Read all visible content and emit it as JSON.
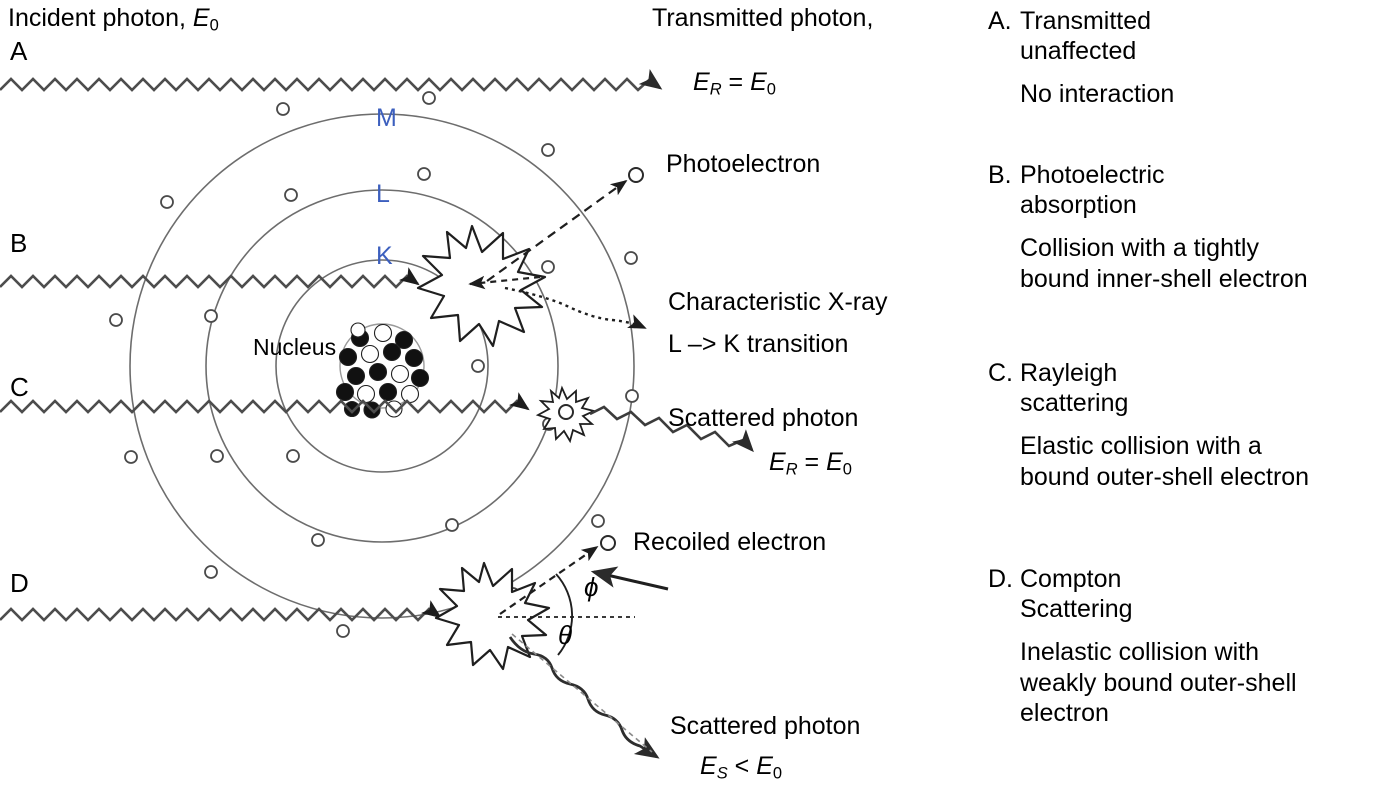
{
  "diagram": {
    "incident_label": "Incident photon, ",
    "incident_symbol": "E",
    "incident_sub": "0",
    "transmitted_label": "Transmitted photon,",
    "rows": [
      {
        "id": "A",
        "letter": "A"
      },
      {
        "id": "B",
        "letter": "B"
      },
      {
        "id": "C",
        "letter": "C"
      },
      {
        "id": "D",
        "letter": "D"
      }
    ],
    "shells": [
      {
        "name": "M",
        "label": "M"
      },
      {
        "name": "L",
        "label": "L"
      },
      {
        "name": "K",
        "label": "K"
      }
    ],
    "nucleus_label": "Nucleus",
    "annotations": {
      "photoelectron": "Photoelectron",
      "characteristic_xray": "Characteristic X-ray",
      "characteristic_transition": "L –> K transition",
      "scattered_photon_c": "Scattered photon",
      "recoiled_electron": "Recoiled electron",
      "scattered_photon_d": "Scattered photon",
      "angle_phi": "ϕ",
      "angle_theta": "θ"
    },
    "equations": {
      "transmitted": {
        "lhs": "E",
        "lhs_sub": "R",
        "op": " = ",
        "rhs": "E",
        "rhs_sub": "0"
      },
      "rayleigh": {
        "lhs": "E",
        "lhs_sub": "R",
        "op": " = ",
        "rhs": "E",
        "rhs_sub": "0"
      },
      "compton": {
        "lhs": "E",
        "lhs_sub": "S",
        "op": " < ",
        "rhs": "E",
        "rhs_sub": "0"
      }
    },
    "colors": {
      "shell_label": "#3c5fbe",
      "line": "#3b3b3b",
      "text": "#000000"
    }
  },
  "legend": {
    "items": [
      {
        "letter": "A.",
        "title_line1": "Transmitted",
        "title_line2": "unaffected",
        "description": "No interaction"
      },
      {
        "letter": "B.",
        "title_line1": "Photoelectric",
        "title_line2": "absorption",
        "description": "Collision with a tightly\nbound inner-shell electron"
      },
      {
        "letter": "C.",
        "title_line1": "Rayleigh",
        "title_line2": "scattering",
        "description": "Elastic collision with a\nbound outer-shell electron"
      },
      {
        "letter": "D.",
        "title_line1": "Compton",
        "title_line2": "Scattering",
        "description": "Inelastic collision with\nweakly bound outer-shell\nelectron"
      }
    ]
  }
}
